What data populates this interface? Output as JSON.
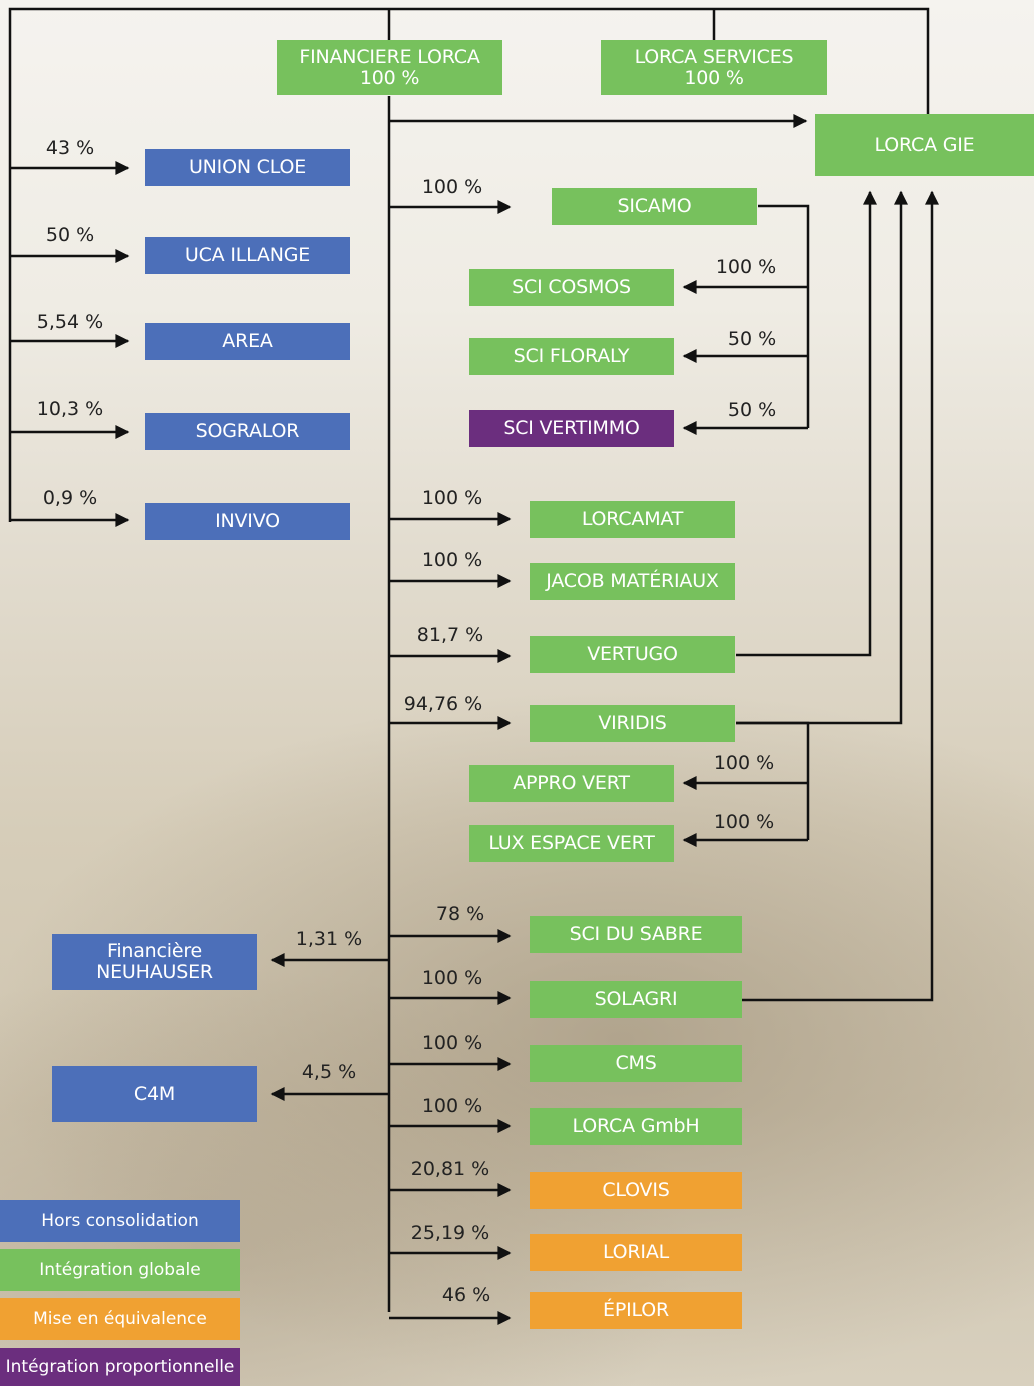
{
  "colors": {
    "hors": "#4c6fb9",
    "globale": "#77c15d",
    "equivalence": "#f0a132",
    "proportionnelle": "#6b2e7e",
    "line": "#111111"
  },
  "entities": {
    "financiere_lorca": {
      "name": "FINANCIERE LORCA",
      "pct": "100 %"
    },
    "lorca_services": {
      "name": "LORCA SERVICES",
      "pct": "100 %"
    },
    "lorca_gie": "LORCA GIE",
    "union_cloe": "UNION CLOE",
    "uca_illange": "UCA ILLANGE",
    "area": "AREA",
    "sogralor": "SOGRALOR",
    "invivo": "INVIVO",
    "sicamo": "SICAMO",
    "sci_cosmos": "SCI COSMOS",
    "sci_floraly": "SCI FLORALY",
    "sci_vertimmo": "SCI VERTIMMO",
    "lorcamat": "LORCAMAT",
    "jacob": "JACOB MATÉRIAUX",
    "vertugo": "VERTUGO",
    "viridis": "VIRIDIS",
    "appro_vert": "APPRO VERT",
    "lux": "LUX ESPACE VERT",
    "neuhauser": {
      "line1": "Financière",
      "line2": "NEUHAUSER"
    },
    "c4m": "C4M",
    "sci_sabre": "SCI DU SABRE",
    "solagri": "SOLAGRI",
    "cms": "CMS",
    "lorca_gmbh": "LORCA GmbH",
    "clovis": "CLOVIS",
    "lorial": "LORIAL",
    "epilor": "ÉPILOR"
  },
  "percentages": {
    "union_cloe": "43 %",
    "uca_illange": "50 %",
    "area": "5,54 %",
    "sogralor": "10,3 %",
    "invivo": "0,9 %",
    "sicamo": "100 %",
    "sci_cosmos": "100 %",
    "sci_floraly": "50 %",
    "sci_vertimmo": "50 %",
    "lorcamat": "100 %",
    "jacob": "100 %",
    "vertugo": "81,7 %",
    "viridis": "94,76 %",
    "appro_vert": "100 %",
    "lux": "100 %",
    "neuhauser": "1,31 %",
    "c4m": "4,5 %",
    "sci_sabre": "78 %",
    "solagri": "100 %",
    "cms": "100 %",
    "lorca_gmbh": "100 %",
    "clovis": "20,81 %",
    "lorial": "25,19 %",
    "epilor": "46 %"
  },
  "legend": {
    "hors": "Hors consolidation",
    "globale": "Intégration globale",
    "equivalence": "Mise en équivalence",
    "proportionnelle": "Intégration proportionnelle"
  }
}
